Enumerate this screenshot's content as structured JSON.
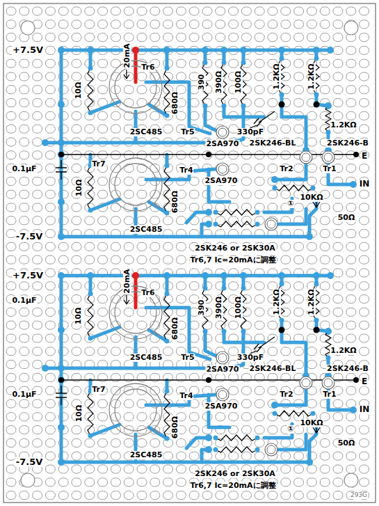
{
  "diagram": {
    "labels": [
      "+7.5V",
      "20mA",
      "Tr6",
      "10Ω",
      "680Ω",
      "390",
      "390Ω",
      "100Ω",
      "1.2KΩ",
      "1.2KΩ",
      "330pF",
      "1.2KΩ",
      "2SC485",
      "Tr5",
      "2SA970",
      "2SK246-BL",
      "2SK246-B",
      "E",
      "Tr4",
      "2SA970",
      "Tr2",
      "Tr1",
      "0.1μF",
      "10Ω",
      "Tr7",
      "680Ω",
      "IN",
      "10KΩ",
      "①",
      "50Ω",
      "2SC485",
      "-7.5V",
      "2SK246 or 2SK30A",
      "Tr6,7 Ic=20mAに調整",
      "+7.5V",
      "20mA",
      "Tr6",
      "10Ω",
      "680Ω",
      "390",
      "390Ω",
      "100Ω",
      "1.2KΩ",
      "1.2KΩ",
      "330pF",
      "1.2KΩ",
      "2SC485",
      "Tr5",
      "2SA970",
      "2SK246-BL",
      "2SK246-B",
      "E",
      "Tr4",
      "2SA970",
      "Tr2",
      "Tr1",
      "0.1μF",
      "10Ω",
      "Tr7",
      "680Ω",
      "IN",
      "10KΩ",
      "①",
      "50Ω",
      "2SC485",
      "-7.5V",
      "2SK246 or 2SK30A",
      "Tr6,7 Ic=20mAに調整",
      "0.1μF",
      "293G"
    ]
  }
}
